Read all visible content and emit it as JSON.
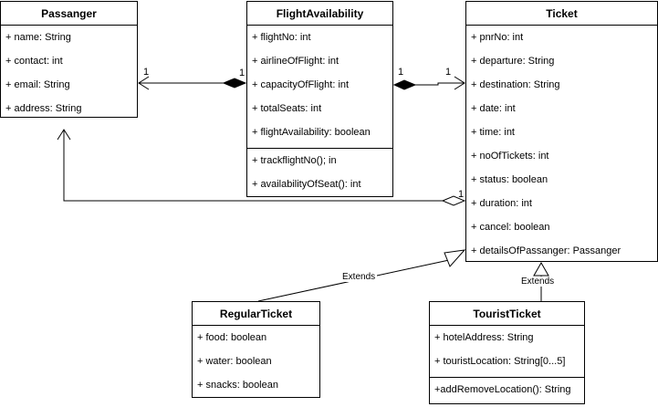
{
  "classes": {
    "passanger": {
      "name": "Passanger",
      "attributes": [
        "+ name: String",
        "+ contact: int",
        "+ email: String",
        "+ address: String"
      ]
    },
    "flight_availability": {
      "name": "FlightAvailability",
      "attributes": [
        "+ flightNo: int",
        "+ airlineOfFlight: int",
        "+ capacityOfFlight: int",
        "+ totalSeats: int",
        "+ flightAvailability: boolean"
      ],
      "methods": [
        "+ trackflightNo(); in",
        "+ availabilityOfSeat(): int"
      ]
    },
    "ticket": {
      "name": "Ticket",
      "attributes": [
        "+ pnrNo: int",
        "+ departure: String",
        "+ destination: String",
        "+ date: int",
        "+ time: int",
        "+ noOfTickets: int",
        "+ status: boolean",
        "+ duration: int",
        "+ cancel: boolean",
        "+ detailsOfPassanger: Passanger"
      ]
    },
    "regular_ticket": {
      "name": "RegularTicket",
      "attributes": [
        "+ food: boolean",
        "+ water: boolean",
        "+ snacks: boolean"
      ]
    },
    "tourist_ticket": {
      "name": "TouristTicket",
      "attributes": [
        "+ hotelAddress: String",
        "+ touristLocation: String[0...5]"
      ],
      "methods": [
        "+addRemoveLocation(): String"
      ]
    }
  },
  "relations": {
    "flight_passanger": {
      "mult_passanger": "1",
      "mult_flight": "1"
    },
    "flight_ticket": {
      "mult_flight": "1",
      "mult_ticket": "1"
    },
    "ticket_passanger": {
      "mult_ticket": "1"
    },
    "regular_extends": {
      "label": "Extends"
    },
    "tourist_extends": {
      "label": "Extends"
    }
  }
}
